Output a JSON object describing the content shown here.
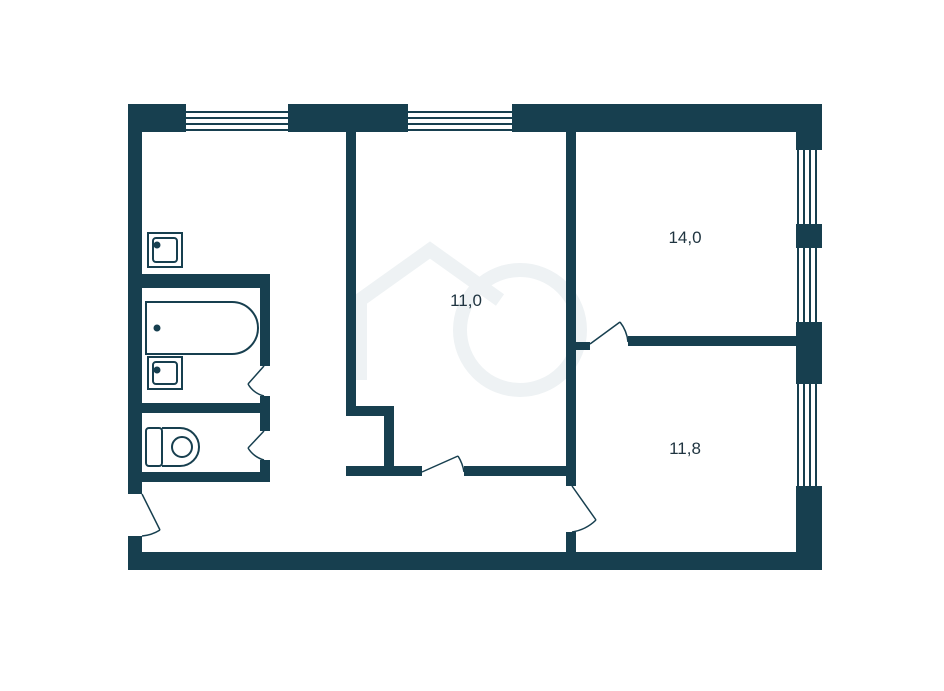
{
  "colors": {
    "wall": "#173f4f",
    "background": "#ffffff",
    "fixture_stroke": "#173f4f",
    "label": "#1f3440",
    "watermark": "#eef2f4"
  },
  "rooms": [
    {
      "id": "room-middle",
      "area_label": "11,0"
    },
    {
      "id": "room-top-right",
      "area_label": "14,0"
    },
    {
      "id": "room-bottom-right",
      "area_label": "11,8"
    }
  ],
  "icons": [
    "kitchen-sink-icon",
    "bathtub-icon",
    "bathroom-sink-icon",
    "toilet-icon",
    "door-swing-icon",
    "window-icon"
  ]
}
